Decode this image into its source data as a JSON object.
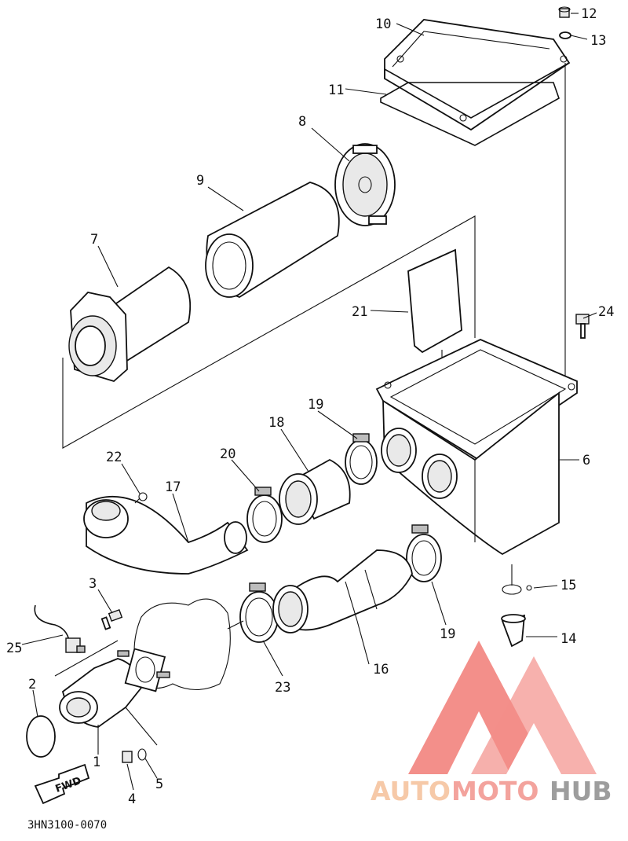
{
  "diagram_code": "3HN3100-0070",
  "fwd_label": "FWD",
  "watermark": {
    "part1": "AUTO",
    "part2": "MOTO",
    "part3": "HUB"
  },
  "parts": {
    "p1": "1",
    "p2": "2",
    "p3": "3",
    "p4": "4",
    "p5": "5",
    "p6": "6",
    "p7": "7",
    "p8": "8",
    "p9": "9",
    "p10": "10",
    "p11": "11",
    "p12": "12",
    "p13": "13",
    "p14": "14",
    "p15": "15",
    "p16": "16",
    "p17": "17",
    "p18": "18",
    "p19a": "19",
    "p19b": "19",
    "p20": "20",
    "p21": "21",
    "p22": "22",
    "p23": "23",
    "p24": "24",
    "p25": "25"
  },
  "colors": {
    "line": "#111111",
    "watermark_red": "#f06a63",
    "watermark_orange": "#f5c09a",
    "watermark_gray": "#8c8c8c"
  }
}
